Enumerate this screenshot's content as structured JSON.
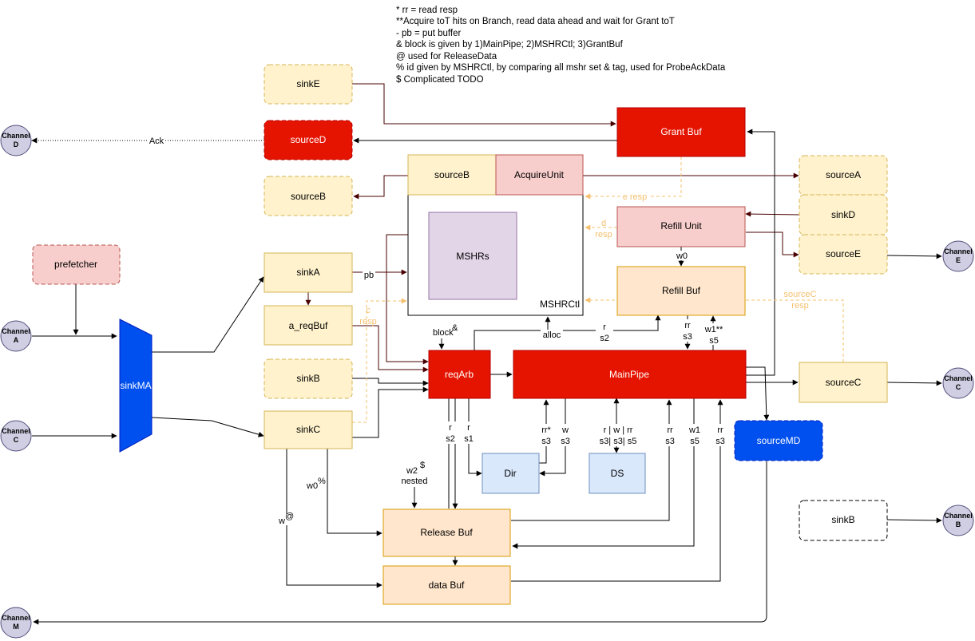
{
  "notes": [
    "* rr = read resp",
    "**Acquire toT hits on Branch, read data ahead and wait for Grant toT",
    "- pb = put buffer",
    "& block is given by 1)MainPipe; 2)MSHRCtl; 3)GrantBuf",
    "@ used for ReleaseData",
    "% id given by MSHRCtl, by comparing all mshr set & tag, used for ProbeAckData",
    "$ Complicated TODO"
  ],
  "channels": {
    "a": [
      "Channel",
      "A"
    ],
    "b": [
      "Channel",
      "B"
    ],
    "c_in": [
      "Channel",
      "C"
    ],
    "c_out": [
      "Channel",
      "C"
    ],
    "d": [
      "Channel",
      "D"
    ],
    "e": [
      "Channel",
      "E"
    ],
    "m": [
      "Channel",
      "M"
    ]
  },
  "blocks": {
    "prefetcher": "prefetcher",
    "sinkMA": "sinkMA",
    "sinkA": "sinkA",
    "a_reqBuf": "a_reqBuf",
    "sinkB_left": "sinkB",
    "sinkC": "sinkC",
    "sinkE": "sinkE",
    "sourceD": "sourceD",
    "sourceB_left": "sourceB",
    "grantBuf": "Grant Buf",
    "sourceB_top": "sourceB",
    "acquireUnit": "AcquireUnit",
    "mshrs": "MSHRs",
    "mshrCtl": "MSHRCtl",
    "refillUnit": "Refill Unit",
    "refillBuf": "Refill Buf",
    "reqArb": "reqArb",
    "mainPipe": "MainPipe",
    "dir": "Dir",
    "ds": "DS",
    "releaseBuf": "Release Buf",
    "dataBuf": "data Buf",
    "sourceA": "sourceA",
    "sinkD": "sinkD",
    "sourceE": "sourceE",
    "sourceC": "sourceC",
    "sourceMD": "sourceMD",
    "sinkB_right": "sinkB"
  },
  "edge_labels": {
    "ack": "Ack",
    "pb": "pb",
    "e_resp": "e resp",
    "d_resp": [
      "d",
      "resp"
    ],
    "c_resp": [
      "c",
      "resp"
    ],
    "sourceC_resp": [
      "sourceC",
      "resp"
    ],
    "w0_refill": "w0",
    "block": "block",
    "block_sup": "&",
    "alloc": "alloc",
    "r_s2_refill": [
      "r",
      "s2"
    ],
    "rr_s3_refill": [
      "rr",
      "s3"
    ],
    "w1_s5_refill": [
      "w1**",
      "s5"
    ],
    "r_s2_arb": [
      "r",
      "s2"
    ],
    "r_s1_arb": [
      "r",
      "s1"
    ],
    "rr_s3_dir": [
      "rr*",
      "s3"
    ],
    "w_s3_dir": [
      "w",
      "s3"
    ],
    "ds_rw": [
      "r  | w | rr",
      "s3| s3| s5"
    ],
    "rr_s3_rel": [
      "rr",
      "s3"
    ],
    "w1_s5_rel": [
      "w1",
      "s5"
    ],
    "rr_s3_data": [
      "rr",
      "s3"
    ],
    "w2_nested": [
      "w2",
      "nested"
    ],
    "w2_sup": "$",
    "w0_pct": "w0",
    "w0_pct_sup": "%",
    "w_at": "w",
    "w_at_sup": "@"
  },
  "colors": {
    "red": "#e51400",
    "red_border": "#b20000",
    "blue": "#0050ef",
    "blue_border": "#001dbc",
    "yellow": "#fff2cc",
    "yellow_border": "#d6b656",
    "pink": "#f8cecc",
    "pink_border": "#b85450",
    "purple": "#e1d5e7",
    "purple_border": "#9673a6",
    "lightblue": "#dae8fc",
    "lightblue_border": "#6c8ebf",
    "peach": "#ffe6cc",
    "peach_border": "#d79b00",
    "channel": "#d0cee2",
    "channel_border": "#56517e",
    "resp_dashed": "#f5c06e"
  }
}
